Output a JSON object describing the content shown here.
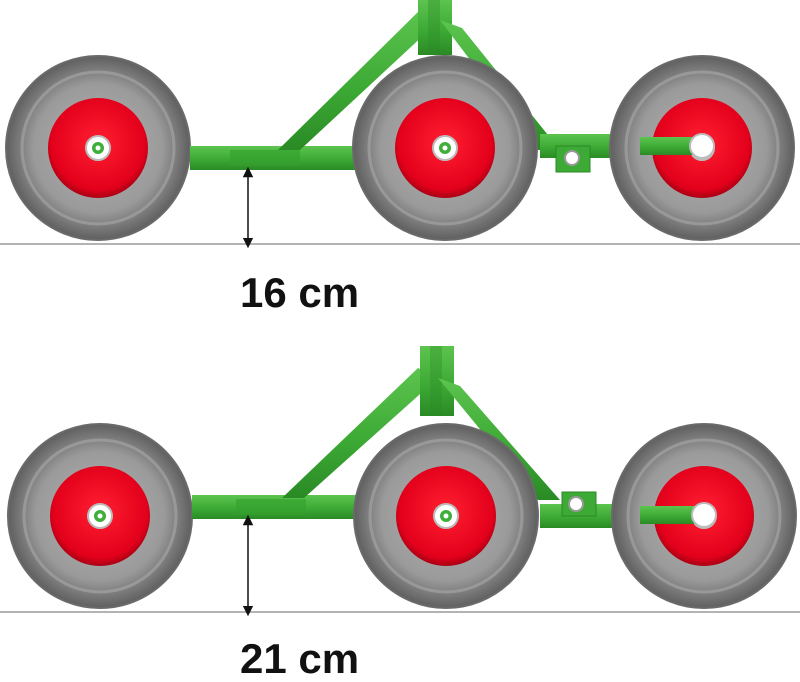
{
  "panels": [
    {
      "clearance_label": "16 cm",
      "clearance_cm": 16
    },
    {
      "clearance_label": "21 cm",
      "clearance_cm": 21
    }
  ],
  "colors": {
    "frame": "#3daa35",
    "frame_dark": "#2a8a25",
    "tire": "#8f8f8f",
    "tire_dark": "#5e5e5e",
    "rim": "#e3001b",
    "rim_dark": "#a80014",
    "hub": "#3fae3a",
    "ground": "#9a9a9a",
    "arrow": "#111111"
  }
}
